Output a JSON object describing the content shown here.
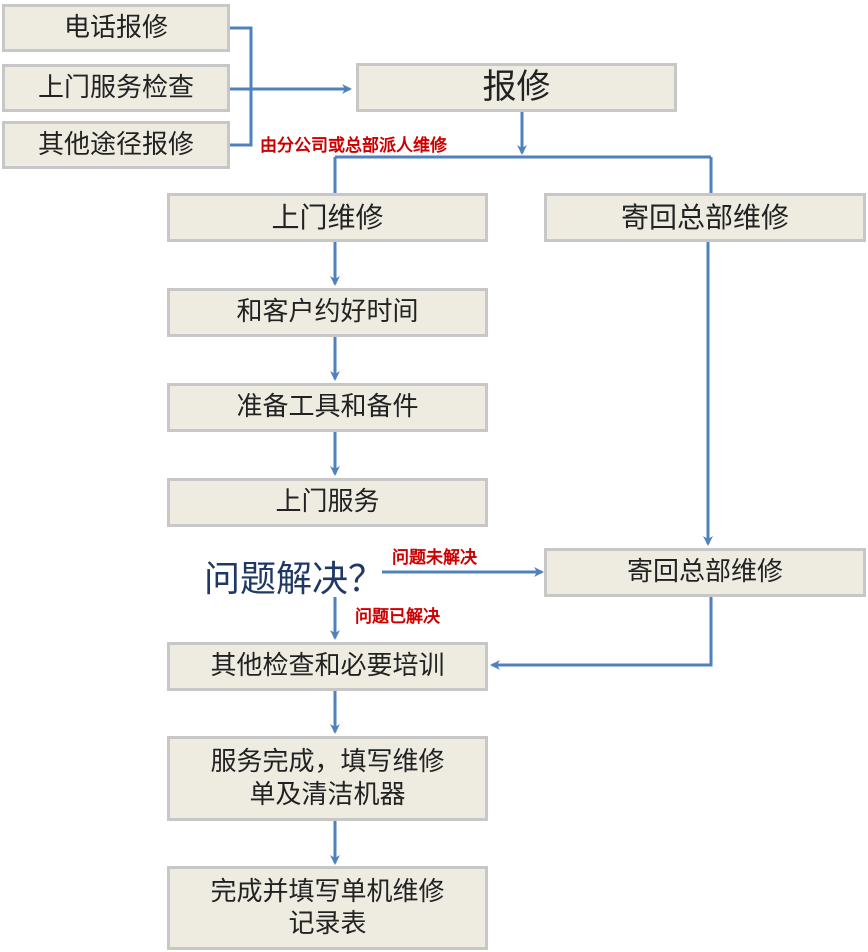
{
  "colors": {
    "box_fill": "#eeece1",
    "box_border": "#c7c7c7",
    "line": "#4f81bd",
    "label_red": "#cc0000",
    "question_text": "#1f3864"
  },
  "sources": {
    "phone": "电话报修",
    "onsite_check": "上门服务检查",
    "other": "其他途径报修"
  },
  "repair_request": "报修",
  "dispatch_label": "由分公司或总部派人维修",
  "onsite_repair": "上门维修",
  "send_back_hq_top": "寄回总部维修",
  "appointment": "和客户约好时间",
  "prepare_tools": "准备工具和备件",
  "onsite_service": "上门服务",
  "problem_solved_question": "问题解决？",
  "unsolved_label": "问题未解决",
  "solved_label": "问题已解决",
  "send_back_hq_bottom": "寄回总部维修",
  "other_checks": "其他检查和必要培训",
  "service_complete": {
    "line1": "服务完成，填写维修",
    "line2": "单及清洁机器"
  },
  "complete_record": {
    "line1": "完成并填写单机维修",
    "line2": "记录表"
  }
}
